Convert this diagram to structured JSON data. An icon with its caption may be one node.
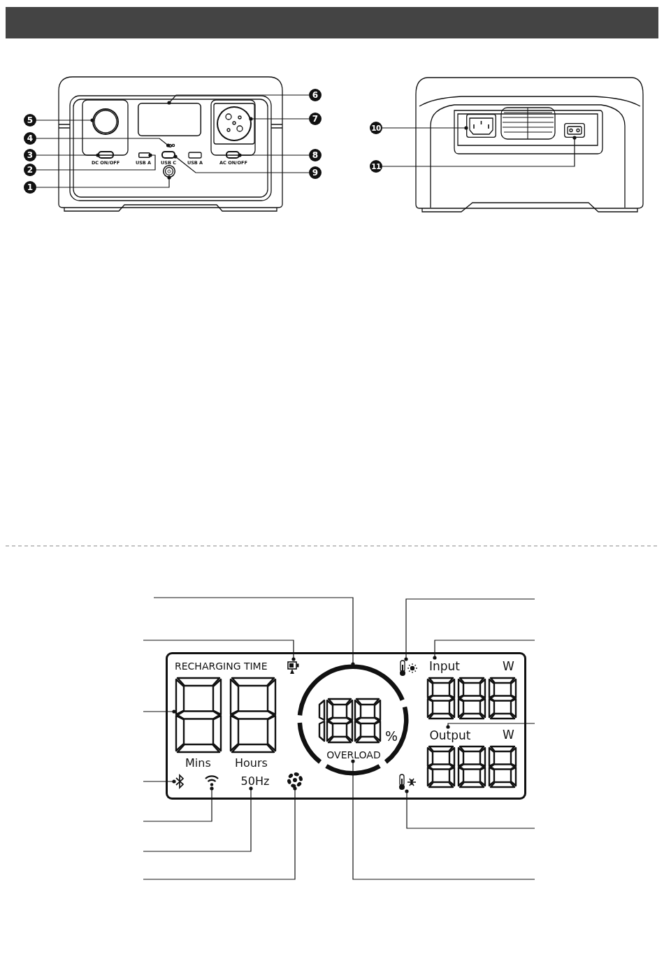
{
  "diagram": {
    "nodes": [
      {
        "text": [],
        "shape": "picture"
      },
      {
        "text": [],
        "shape": "circle",
        "in": 0
      },
      {
        "text": [],
        "shape": "box",
        "in": 0,
        "beside": [
          "USB A"
        ]
      },
      {
        "text": [],
        "shape": "box",
        "in": 0,
        "beside": [
          "DC ON/OFF"
        ]
      },
      {
        "text": [],
        "shape": "circle",
        "in": 0
      },
      {
        "text": [],
        "shape": "circle",
        "in": 0
      },
      {
        "text": [],
        "shape": "box",
        "in": 0
      },
      {
        "text": [],
        "shape": "circle",
        "in": 0
      },
      {
        "text": [],
        "shape": "box",
        "in": 0,
        "beside": [
          "AC ON/OFF"
        ]
      },
      {
        "text": [],
        "shape": "box",
        "in": 0,
        "beside": [
          "USB C"
        ]
      },
      {
        "text": [],
        "shape": "picture"
      },
      {
        "text": [],
        "shape": "box",
        "in": 10
      },
      {
        "text": [],
        "shape": "box",
        "in": 10
      },
      {
        "text": [
          "1"
        ]
      },
      {
        "text": [
          "2"
        ]
      },
      {
        "text": [
          "3"
        ]
      },
      {
        "text": [
          "4"
        ]
      },
      {
        "text": [
          "5"
        ]
      },
      {
        "text": [
          "6"
        ]
      },
      {
        "text": [
          "7"
        ]
      },
      {
        "text": [
          "8"
        ]
      },
      {
        "text": [
          "9"
        ]
      },
      {
        "text": [
          "10"
        ]
      },
      {
        "text": [
          "11"
        ]
      },
      {
        "text": [
          "RECHARGING TIME",
          "W",
          "W",
          "Mins",
          "Hours"
        ]
      },
      {
        "text": [],
        "shape": "picture",
        "in": 24
      },
      {
        "text": [],
        "shape": "picture",
        "in": 24
      },
      {
        "text": [],
        "shape": "picture",
        "in": 24
      },
      {
        "text": [],
        "shape": "picture",
        "in": 24
      },
      {
        "text": [
          "50Hz"
        ],
        "in": 24
      },
      {
        "text": [],
        "shape": "picture",
        "in": 24
      },
      {
        "text": [
          "%"
        ],
        "in": 24
      },
      {
        "text": [
          "OVERLOAD"
        ],
        "in": 31
      },
      {
        "text": [],
        "shape": "picture",
        "in": 24
      },
      {
        "text": [
          "Input"
        ],
        "in": 24
      },
      {
        "text": [
          "Output"
        ],
        "in": 24
      },
      {
        "text": [],
        "shape": "picture",
        "in": 24
      }
    ],
    "edges": [
      {
        "from": 13,
        "to": 1,
        "arrow": "other"
      },
      {
        "from": 14,
        "to": 2,
        "arrow": "other"
      },
      {
        "from": 15,
        "to": 3,
        "arrow": "other"
      },
      {
        "from": 16,
        "to": 4,
        "arrow": "other"
      },
      {
        "from": 17,
        "to": 5,
        "arrow": "other"
      },
      {
        "from": 18,
        "to": 6,
        "arrow": "other"
      },
      {
        "from": 19,
        "to": 7,
        "arrow": "other"
      },
      {
        "from": 20,
        "to": 8,
        "arrow": "other"
      },
      {
        "from": 21,
        "to": 9,
        "arrow": "other"
      },
      {
        "from": 22,
        "to": 11,
        "arrow": "other"
      },
      {
        "from": 23,
        "to": 12,
        "arrow": "other"
      },
      {
        "from": null,
        "to": 31,
        "arrow": "other"
      },
      {
        "from": null,
        "to": 25,
        "arrow": "other"
      },
      {
        "from": null,
        "to": 26,
        "arrow": "other"
      },
      {
        "from": null,
        "to": 27,
        "arrow": "other"
      },
      {
        "from": null,
        "to": 28,
        "arrow": "other"
      },
      {
        "from": null,
        "to": 29,
        "arrow": "other"
      },
      {
        "from": null,
        "to": 30,
        "arrow": "other"
      },
      {
        "from": null,
        "to": 33,
        "arrow": "other"
      },
      {
        "from": null,
        "to": 34,
        "arrow": "other"
      },
      {
        "from": null,
        "to": 35,
        "arrow": "other"
      },
      {
        "from": null,
        "to": 36,
        "arrow": "other"
      },
      {
        "from": null,
        "to": 32,
        "arrow": "other"
      }
    ],
    "labels": [
      "USB A"
    ]
  }
}
